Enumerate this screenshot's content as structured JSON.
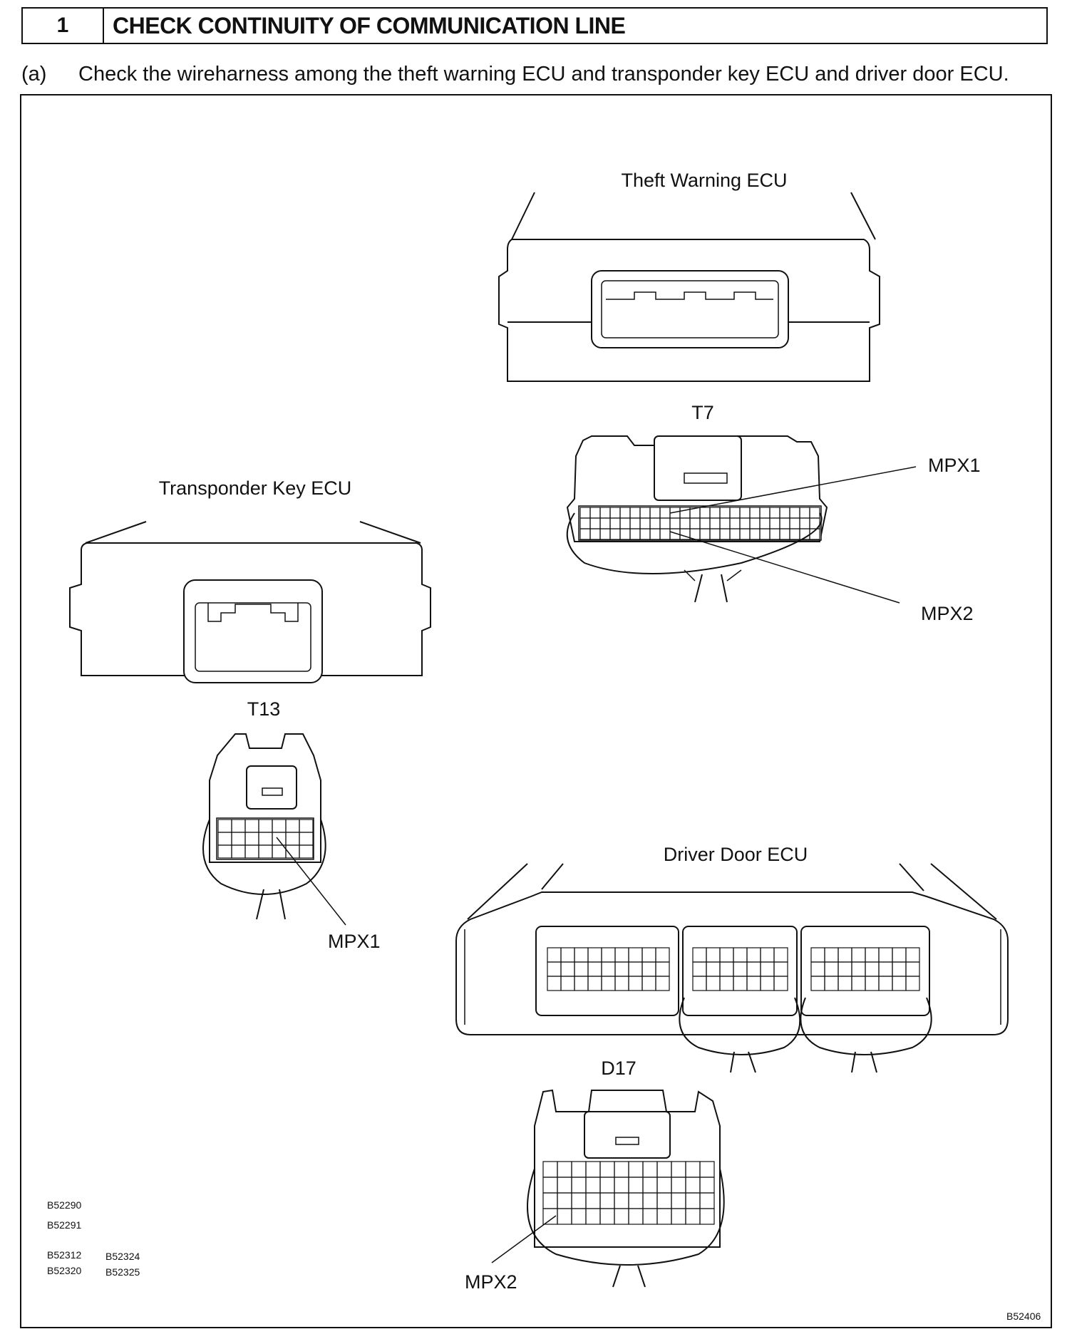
{
  "header": {
    "step_number": "1",
    "title": "CHECK CONTINUITY OF COMMUNICATION LINE"
  },
  "instruction": {
    "label": "(a)",
    "text": "Check the wireharness among the theft warning ECU and transponder key ECU and driver door ECU."
  },
  "diagram": {
    "theft_warning_ecu": "Theft Warning ECU",
    "transponder_key_ecu": "Transponder Key ECU",
    "driver_door_ecu": "Driver Door ECU",
    "connector_t7": "T7",
    "connector_t13": "T13",
    "connector_d17": "D17",
    "t7_mpx1": "MPX1",
    "t7_mpx2": "MPX2",
    "t13_mpx1": "MPX1",
    "d17_mpx2": "MPX2",
    "ref_codes": {
      "b52290": "B52290",
      "b52291": "B52291",
      "b52312": "B52312",
      "b52320": "B52320",
      "b52324": "B52324",
      "b52325": "B52325",
      "b52406": "B52406"
    }
  }
}
